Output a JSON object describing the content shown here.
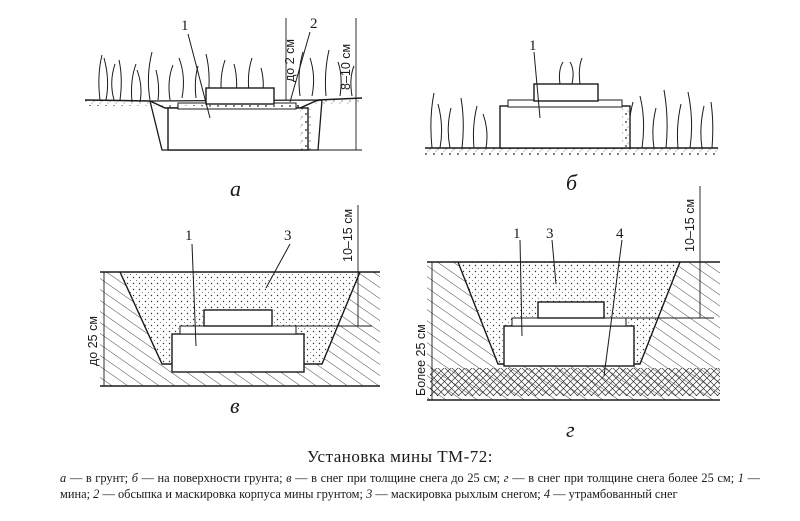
{
  "panels": {
    "a": {
      "letter": "а",
      "labels": [
        "1",
        "2"
      ],
      "dims": [
        "до 2 см",
        "8–10 см"
      ]
    },
    "b": {
      "letter": "б",
      "labels": [
        "1"
      ]
    },
    "v": {
      "letter": "в",
      "labels": [
        "1",
        "3"
      ],
      "dims": [
        "до 25 см",
        "10–15 см"
      ]
    },
    "g": {
      "letter": "г",
      "labels": [
        "1",
        "3",
        "4"
      ],
      "dims": [
        "Более 25 см",
        "10–15 см"
      ]
    }
  },
  "caption": {
    "title": "Установка мины ТМ-72:",
    "items": [
      {
        "key": "а",
        "text": " — в грунт; "
      },
      {
        "key": "б",
        "text": " — на поверхности грунта; "
      },
      {
        "key": "в",
        "text": " — в снег при толщине снега до 25 см; "
      },
      {
        "key": "г",
        "text": " — в снег при толщине снега более 25 см; "
      },
      {
        "key": "1",
        "text": " — мина; "
      },
      {
        "key": "2",
        "text": " — обсыпка и маскировка корпуса мины грунтом; "
      },
      {
        "key": "3",
        "text": " — маскировка рыхлым снегом; "
      },
      {
        "key": "4",
        "text": " — утрамбованный снег"
      }
    ]
  }
}
